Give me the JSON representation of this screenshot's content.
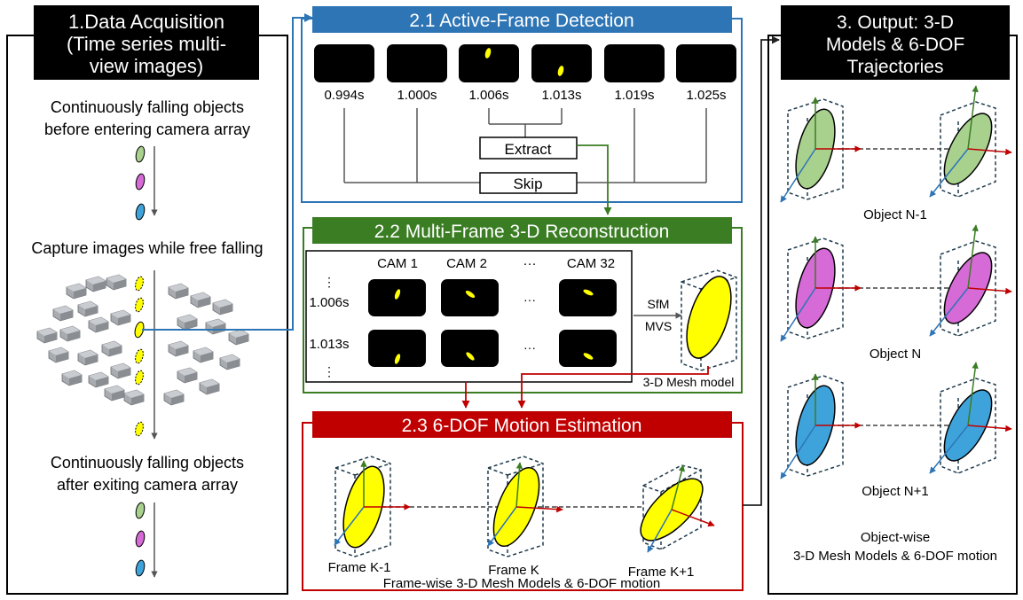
{
  "panel1": {
    "title_lines": [
      "1.Data Acquisition",
      "(Time series multi-",
      "view images)"
    ],
    "before_lines": [
      "Continuously falling objects",
      "before entering camera array"
    ],
    "capture_text": "Capture images while free falling",
    "after_lines": [
      "Continuously falling objects",
      "after exiting camera array"
    ]
  },
  "panel21": {
    "title": "2.1 Active-Frame Detection",
    "times": [
      "0.994s",
      "1.000s",
      "1.006s",
      "1.013s",
      "1.019s",
      "1.025s"
    ],
    "extract_label": "Extract",
    "skip_label": "Skip"
  },
  "panel22": {
    "title": "2.2 Multi-Frame 3-D Reconstruction",
    "cam_labels": [
      "CAM 1",
      "CAM 2",
      "···",
      "CAM 32"
    ],
    "row_labels": [
      "1.006s",
      "1.013s"
    ],
    "vdots": "⋮",
    "hdots": "···",
    "sfm_label": "SfM",
    "mvs_label": "MVS",
    "mesh_label": "3-D Mesh model"
  },
  "panel23": {
    "title": "2.3 6-DOF Motion Estimation",
    "frame_labels": [
      "Frame K-1",
      "Frame K",
      "Frame K+1"
    ],
    "caption": "Frame-wise 3-D Mesh Models & 6-DOF motion"
  },
  "panel3": {
    "title_lines": [
      "3. Output: 3-D",
      "Models & 6-DOF",
      "Trajectories"
    ],
    "object_labels": [
      "Object N-1",
      "Object N",
      "Object N+1"
    ],
    "caption_lines": [
      "Object-wise",
      "3-D Mesh Models & 6-DOF motion"
    ]
  },
  "colors": {
    "blue": "#2e75b6",
    "green": "#3a7d23",
    "red": "#c00000",
    "yellow": "#ffff00",
    "obj_green": "#a9d18e",
    "obj_pink": "#d66ad6",
    "obj_blue": "#3fa3db"
  }
}
